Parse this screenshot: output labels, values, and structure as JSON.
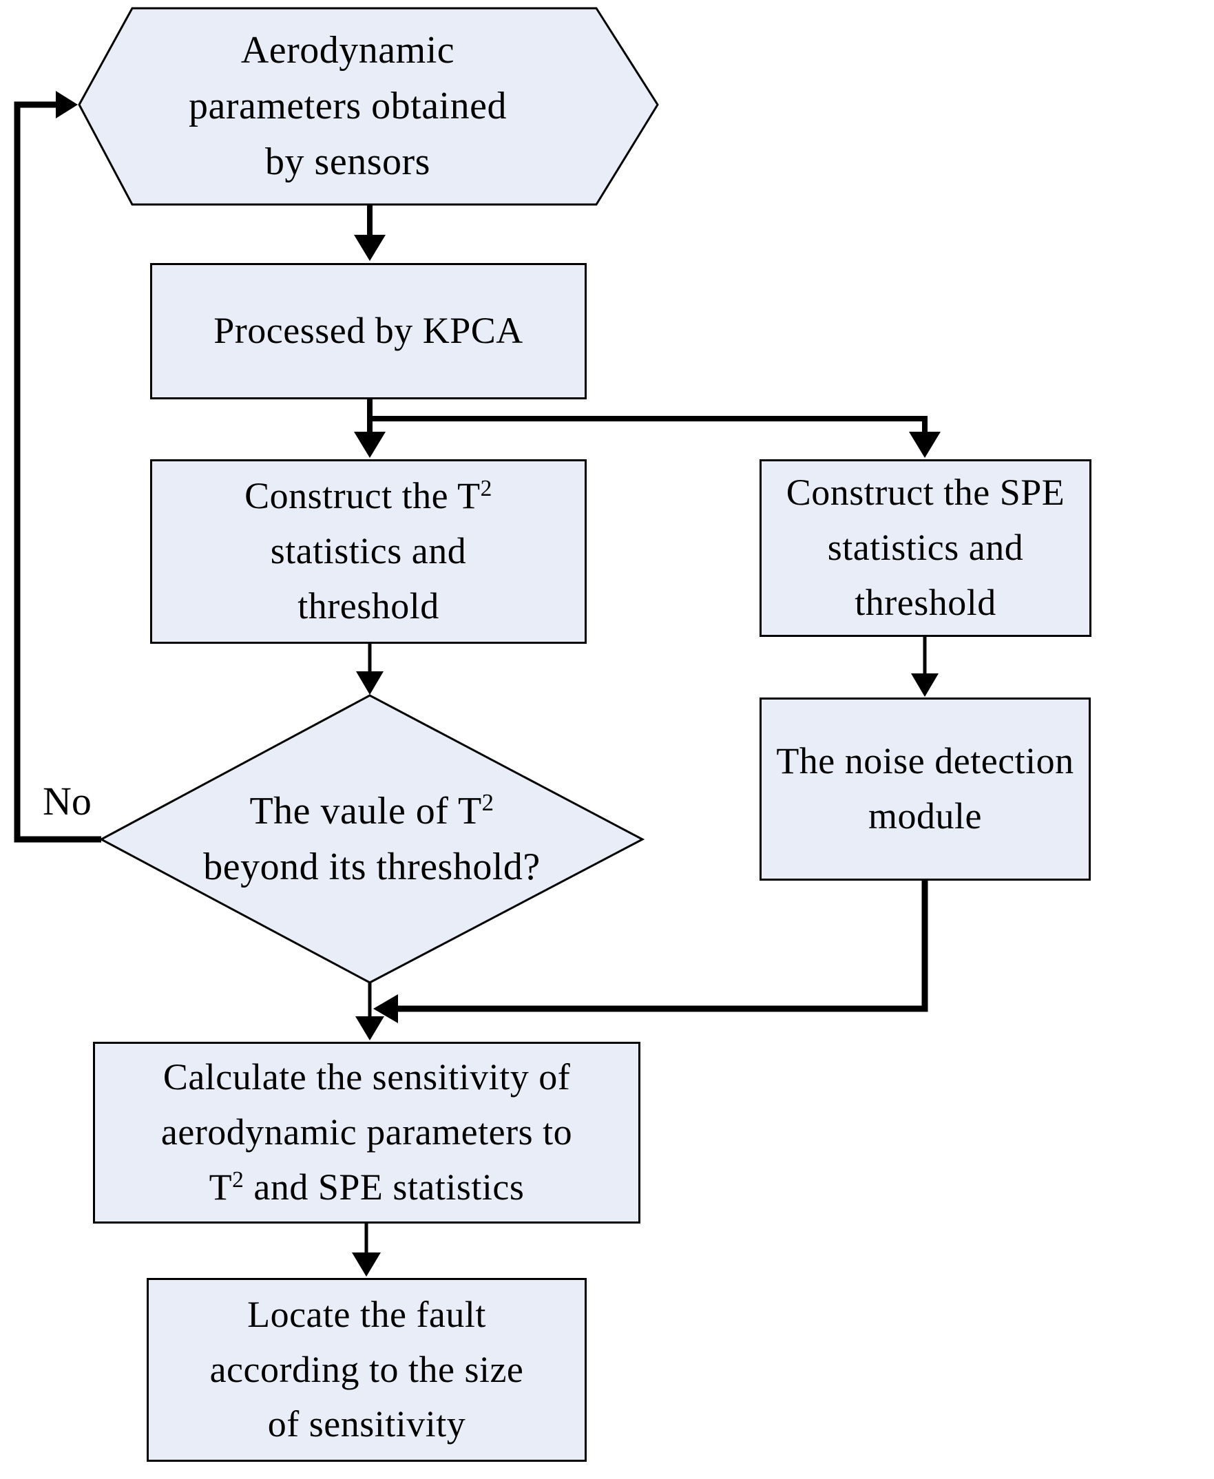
{
  "colors": {
    "node_fill": "#e9edf7",
    "line_color": "#000000"
  },
  "labels": {
    "no": "No"
  },
  "nodes": {
    "sensors": {
      "lines": [
        "Aerodynamic",
        "parameters obtained",
        "by sensors"
      ]
    },
    "kpca": {
      "lines": [
        "Processed by KPCA"
      ]
    },
    "t2": {
      "line1_pre": "Construct the T",
      "line1_sup": "2",
      "line2": "statistics and",
      "line3": "threshold"
    },
    "spe": {
      "lines": [
        "Construct the SPE",
        "statistics and",
        "threshold"
      ]
    },
    "noise": {
      "lines": [
        "The noise detection",
        "module"
      ]
    },
    "decision": {
      "line1_pre": "The vaule of T",
      "line1_sup": "2",
      "line2": "beyond its threshold?"
    },
    "calculate": {
      "line1": "Calculate the sensitivity of",
      "line2": "aerodynamic parameters to",
      "line3_pre": "T",
      "line3_sup": "2",
      "line3_post": " and SPE statistics"
    },
    "locate": {
      "lines": [
        "Locate the fault",
        "according to the size",
        "of sensitivity"
      ]
    }
  }
}
